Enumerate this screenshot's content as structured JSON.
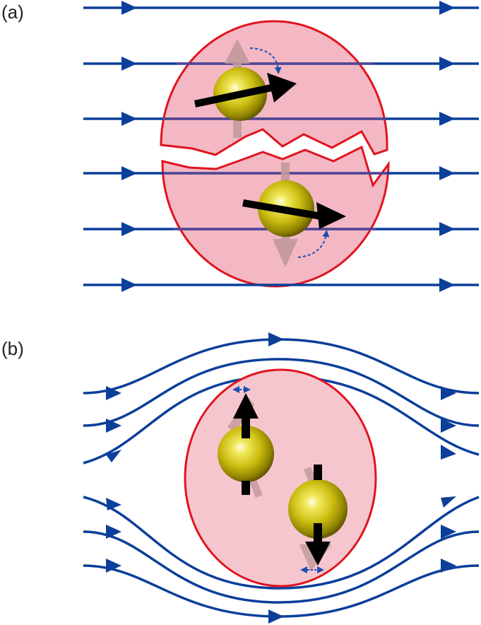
{
  "panels": [
    {
      "label": "(a)"
    },
    {
      "label": "(b)"
    }
  ],
  "colors": {
    "field_line": "#0b3f9a",
    "sample_fill": "#f4b7c4",
    "sample_fill_b": "#f6c6cf",
    "sample_edge": "#e0141e",
    "spin_arrow": "#000000",
    "ghost_arrow": "#c29a9c",
    "precession_arc": "#1a4fb0",
    "sphere_light": "#fffde0",
    "sphere_mid": "#d9cf10",
    "sphere_dark": "#6b6000"
  },
  "icons": [
    "field-line-arrow",
    "spin-arrow",
    "ghost-spin-arrow",
    "precession-arc-icon",
    "electron-sphere"
  ]
}
